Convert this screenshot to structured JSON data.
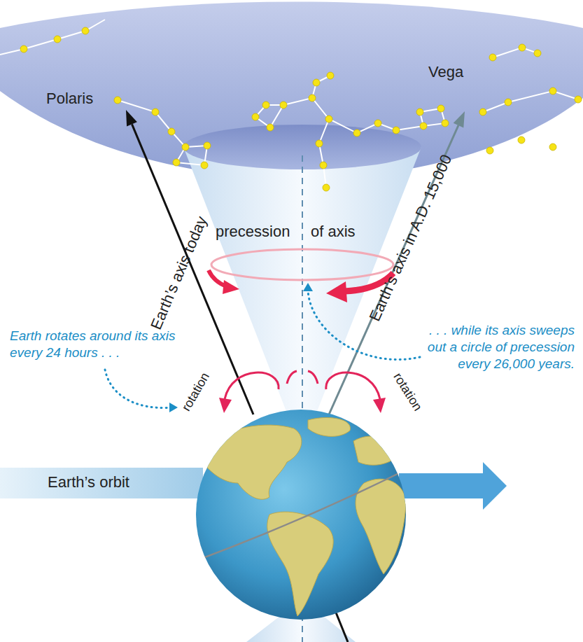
{
  "diagram": {
    "labels": [
      "Polaris",
      "Vega",
      "Earth’s axis today",
      "Earth’s axis in A.D. 15,000",
      "precession",
      "of axis",
      "Earth rotates around its axis every 24 hours . . .",
      "rotation",
      "rotation",
      ". . . while its axis sweeps out a circle of precession every 26,000 years.",
      "Earth’s orbit"
    ]
  }
}
